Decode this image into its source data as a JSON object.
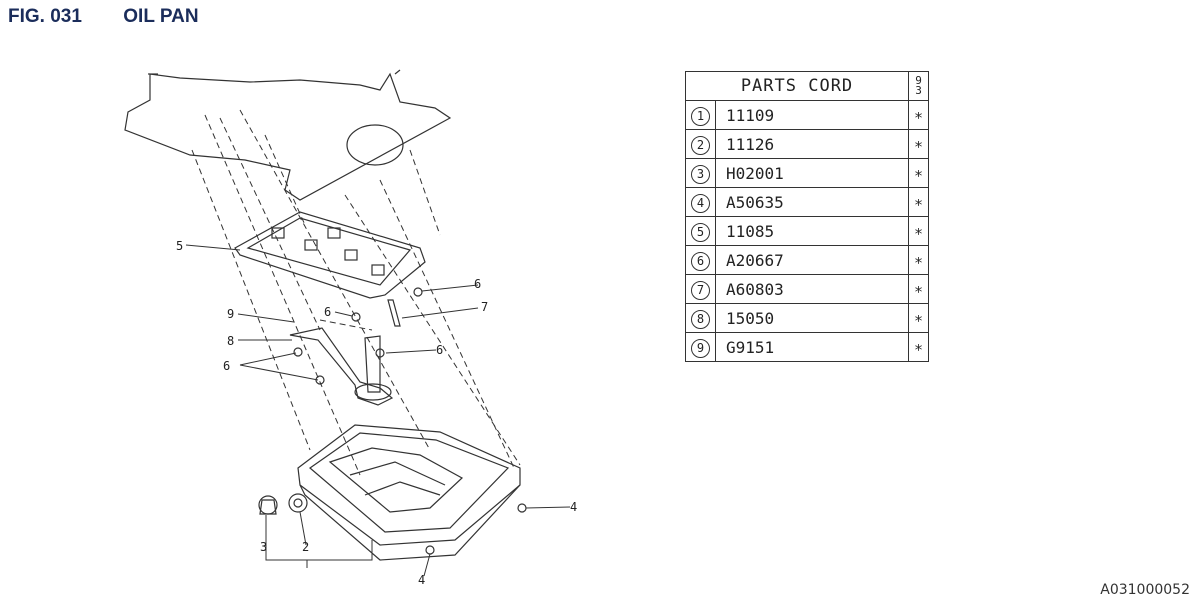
{
  "header": {
    "fig_number": "FIG. 031",
    "title": "OIL PAN"
  },
  "table": {
    "title": "PARTS CORD",
    "column_header": "9\n3",
    "rows": [
      {
        "ref": "1",
        "code": "11109",
        "mark": "∗"
      },
      {
        "ref": "2",
        "code": "11126",
        "mark": "∗"
      },
      {
        "ref": "3",
        "code": "H02001",
        "mark": "∗"
      },
      {
        "ref": "4",
        "code": "A50635",
        "mark": "∗"
      },
      {
        "ref": "5",
        "code": "11085",
        "mark": "∗"
      },
      {
        "ref": "6",
        "code": "A20667",
        "mark": "∗"
      },
      {
        "ref": "7",
        "code": "A60803",
        "mark": "∗"
      },
      {
        "ref": "8",
        "code": "15050",
        "mark": "∗"
      },
      {
        "ref": "9",
        "code": "G9151",
        "mark": "∗"
      }
    ]
  },
  "diagram": {
    "callouts": [
      "5",
      "6",
      "7",
      "9",
      "6",
      "8",
      "6",
      "6",
      "4",
      "3",
      "2",
      "4"
    ]
  },
  "doc_code": "A031000052",
  "colors": {
    "header": "#1b2d5b",
    "ink": "#222222"
  }
}
